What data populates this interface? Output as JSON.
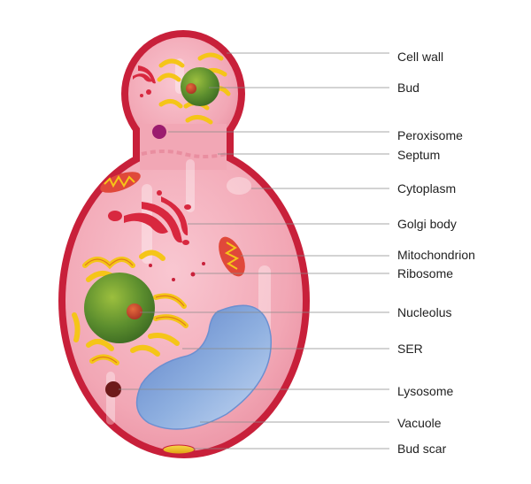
{
  "labels": {
    "cell_wall": "Cell wall",
    "bud": "Bud",
    "peroxisome": "Peroxisome",
    "septum": "Septum",
    "cytoplasm": "Cytoplasm",
    "golgi_body": "Golgi body",
    "mitochondrion": "Mitochondrion",
    "ribosome": "Ribosome",
    "nucleolus": "Nucleolus",
    "ser": "SER",
    "lysosome": "Lysosome",
    "vacuole": "Vacuole",
    "bud_scar": "Bud scar"
  },
  "colors": {
    "cell_wall": "#c8203a",
    "cytoplasm": "#f2a7b5",
    "nucleus": "#4f8a2f",
    "nucleolus": "#c9442e",
    "er": "#f5c518",
    "vacuole": "#6c8fd0",
    "golgi": "#d8283f",
    "mitochondrion": "#e0483a",
    "lysosome": "#6e1a1a",
    "peroxisome": "#9b1c6e",
    "bud_scar": "#f2c21a"
  }
}
